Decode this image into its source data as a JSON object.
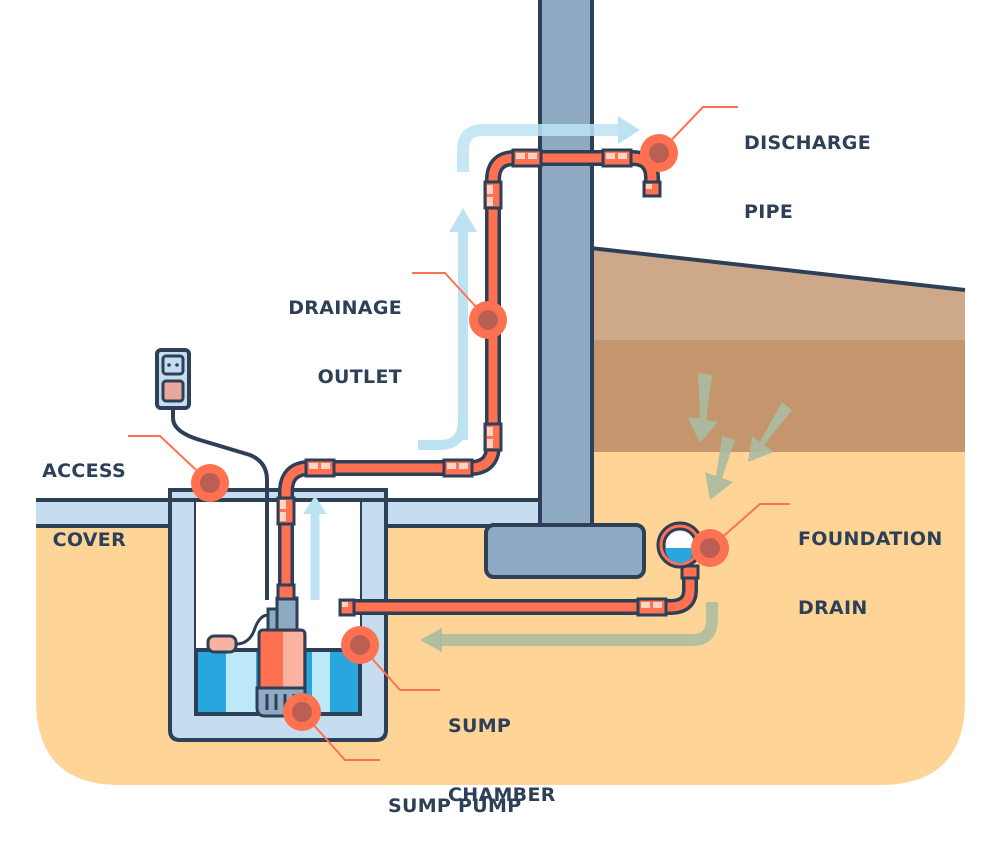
{
  "diagram": {
    "title": "Sump pump system",
    "colors": {
      "outline": "#2e4057",
      "pipe": "#ff7150",
      "pipe_joint_light": "#fdd5c5",
      "marker": "#ff7150",
      "marker_inner": "#bb5f55",
      "ground": "#fed597",
      "soil_top": "#cda98a",
      "soil_mid": "#c5966d",
      "concrete": "#8eabc3",
      "pit_liner": "#c6dcef",
      "water": "#29a6dd",
      "water_light": "#bde8f7",
      "flow_arrow_air": "#bde3f3",
      "flow_arrow_ground": "#a9bca0"
    },
    "labels": {
      "discharge_pipe": [
        "DISCHARGE",
        "PIPE"
      ],
      "drainage_outlet": [
        "DRAINAGE",
        "OUTLET"
      ],
      "access_cover": [
        "ACCESS",
        "COVER"
      ],
      "foundation_drain": [
        "FOUNDATION",
        "DRAIN"
      ],
      "sump_chamber": [
        "SUMP",
        "CHAMBER"
      ],
      "sump_pump": [
        "SUMP PUMP"
      ]
    }
  }
}
